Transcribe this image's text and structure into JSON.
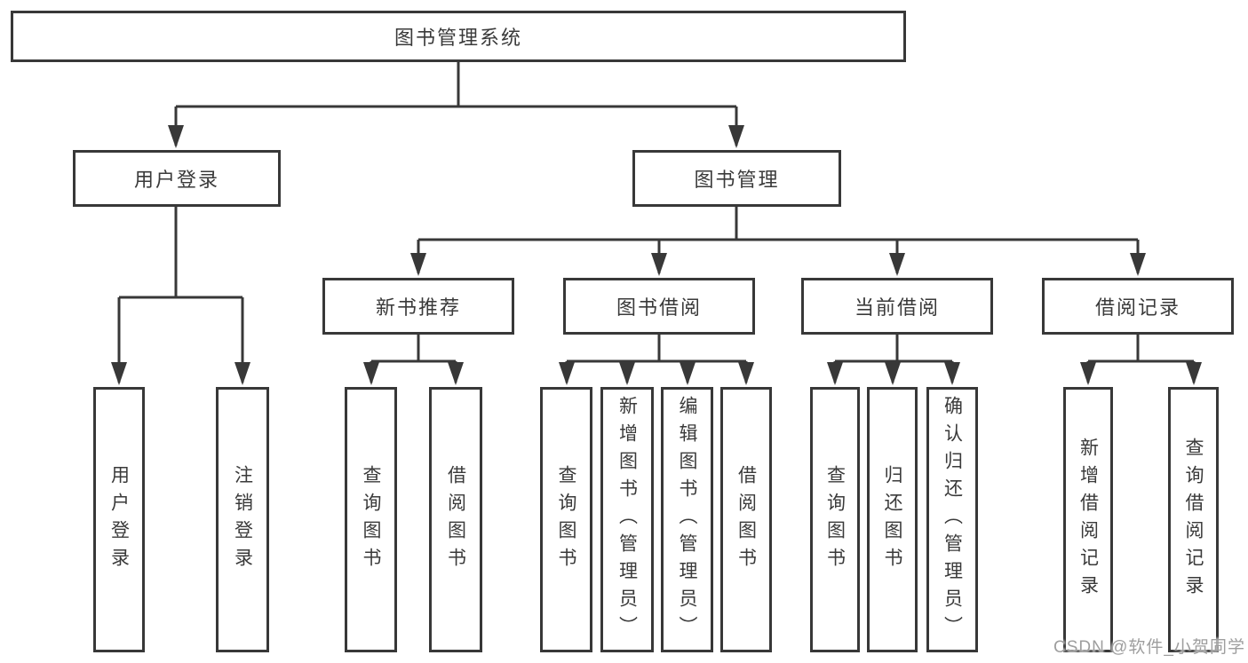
{
  "diagram": {
    "title": "图书管理系统",
    "colors": {
      "line": "#383838",
      "text": "#3a3a3a",
      "watermark": "#9e9e9e",
      "background": "#ffffff"
    },
    "root": {
      "label": "图书管理系统"
    },
    "level2": [
      {
        "label": "用户登录"
      },
      {
        "label": "图书管理"
      }
    ],
    "level3": [
      {
        "label": "新书推荐",
        "parent": "图书管理"
      },
      {
        "label": "图书借阅",
        "parent": "图书管理"
      },
      {
        "label": "当前借阅",
        "parent": "图书管理"
      },
      {
        "label": "借阅记录",
        "parent": "图书管理"
      }
    ],
    "leaves": [
      {
        "label": "用户登录",
        "parent": "用户登录"
      },
      {
        "label": "注销登录",
        "parent": "用户登录"
      },
      {
        "label": "查询图书",
        "parent": "新书推荐"
      },
      {
        "label": "借阅图书",
        "parent": "新书推荐"
      },
      {
        "label": "查询图书",
        "parent": "图书借阅"
      },
      {
        "label": "新增图书（管理员）",
        "parent": "图书借阅"
      },
      {
        "label": "编辑图书（管理员）",
        "parent": "图书借阅"
      },
      {
        "label": "借阅图书",
        "parent": "图书借阅"
      },
      {
        "label": "查询图书",
        "parent": "当前借阅"
      },
      {
        "label": "归还图书",
        "parent": "当前借阅"
      },
      {
        "label": "确认归还（管理员）",
        "parent": "当前借阅"
      },
      {
        "label": "新增借阅记录",
        "parent": "借阅记录"
      },
      {
        "label": "查询借阅记录",
        "parent": "借阅记录"
      }
    ]
  },
  "watermark": {
    "text": "CSDN @软件_小贺同学"
  }
}
